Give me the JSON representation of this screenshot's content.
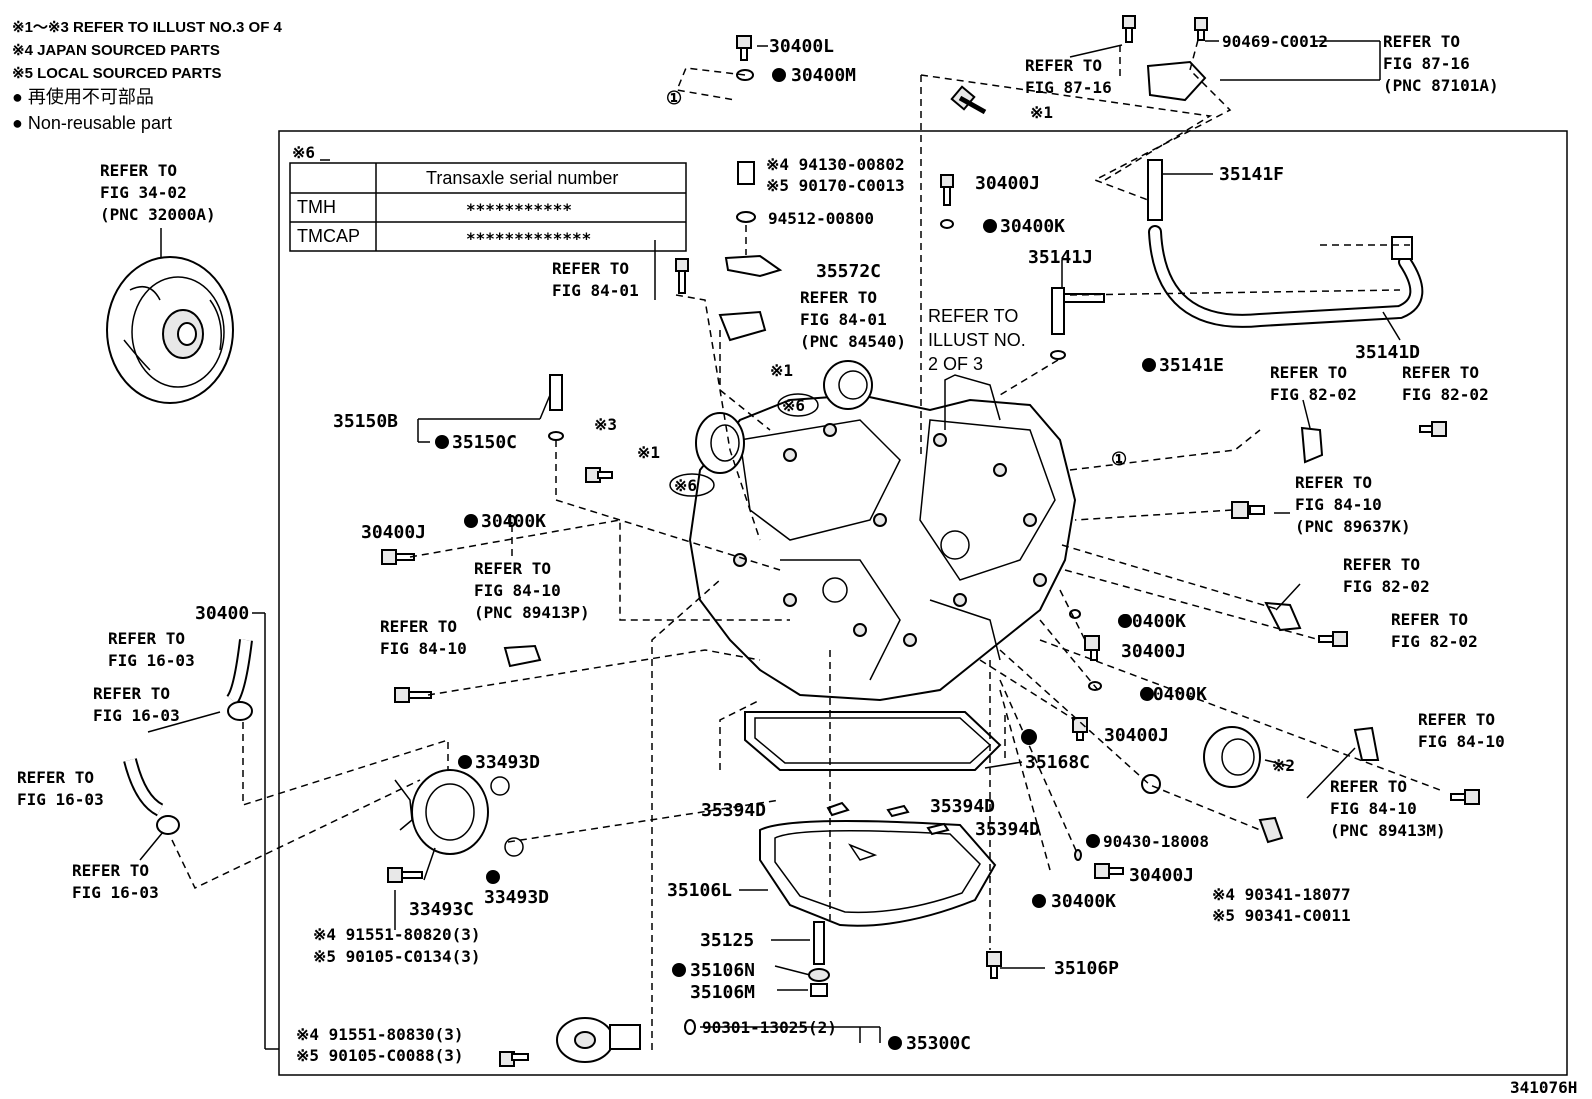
{
  "legend": {
    "line1": "※1〜※3 REFER TO ILLUST NO.3 OF 4",
    "line2": "※4  JAPAN SOURCED PARTS",
    "line3": "※5  LOCAL SOURCED PARTS",
    "line4": "● 再使用不可部品",
    "line5": "● Non-reusable part"
  },
  "serial_table": {
    "mark": "※6",
    "header": "Transaxle serial number",
    "rows": [
      {
        "name": "TMH",
        "value": "***********"
      },
      {
        "name": "TMCAP",
        "value": "*************"
      }
    ]
  },
  "illustration_id": "341076H",
  "circle_marks": {
    "one_a": "①",
    "one_b": "①",
    "six_a": "※6",
    "six_b": "※6",
    "one_x": "※1",
    "one_y": "※1",
    "one_z": "※1",
    "two": "※2",
    "three": "※3"
  },
  "parts": {
    "p30400L": "30400L",
    "p30400M": "30400M",
    "p30400J_a": "30400J",
    "p30400K_a": "30400K",
    "p35141F": "35141F",
    "p35141J": "35141J",
    "p35141E": "35141E",
    "p35141D": "35141D",
    "p90469": "90469-C0012",
    "p94130": "※4 94130-00802",
    "p90170": "※5 90170-C0013",
    "p94512": "94512-00800",
    "p35572C": "35572C",
    "p35150B": "35150B",
    "p35150C": "35150C",
    "p30400J_b": "30400J",
    "p30400K_b": "30400K",
    "p30400": "30400",
    "p30400K_c": "30400K",
    "p30400J_c": "30400J",
    "p30400K_d": "30400K",
    "p30400J_d": "30400J",
    "p35168C": "35168C",
    "p33493D_a": "33493D",
    "p33493D_b": "33493D",
    "p33493C": "33493C",
    "p91551_a": "※4 91551-80820(3)",
    "p90105_a": "※5 90105-C0134(3)",
    "p35394D_a": "35394D",
    "p35394D_b": "35394D",
    "p35394D_c": "35394D",
    "p90430": "90430-18008",
    "p30400J_e": "30400J",
    "p30400K_e": "30400K",
    "p90341_a": "※4 90341-18077",
    "p90341_b": "※5 90341-C0011",
    "p35106L": "35106L",
    "p35125": "35125",
    "p35106N": "35106N",
    "p35106M": "35106M",
    "p35106P": "35106P",
    "p91551_b": "※4 91551-80830(3)",
    "p90105_b": "※5 90105-C0088(3)",
    "p90301": "90301-13025(2)",
    "p35300C": "35300C"
  },
  "refs": {
    "r1": [
      "REFER TO",
      "FIG 34-02",
      "(PNC 32000A)"
    ],
    "r2": [
      "REFER TO",
      "FIG 87-16"
    ],
    "r3": [
      "REFER TO",
      "FIG 87-16",
      "(PNC 87101A)"
    ],
    "r4": [
      "REFER TO",
      "FIG 84-01"
    ],
    "r5": [
      "REFER TO",
      "FIG 84-01",
      "(PNC 84540)"
    ],
    "r6": [
      "REFER TO",
      "ILLUST NO.",
      "2 OF 3"
    ],
    "r7": [
      "REFER TO",
      "FIG 82-02"
    ],
    "r8": [
      "REFER TO",
      "FIG 82-02"
    ],
    "r9": [
      "REFER TO",
      "FIG 84-10",
      "(PNC 89637K)"
    ],
    "r10": [
      "REFER TO",
      "FIG 84-10",
      "(PNC 89413P)"
    ],
    "r11": [
      "REFER TO",
      "FIG 84-10"
    ],
    "r12": [
      "REFER TO",
      "FIG 82-02"
    ],
    "r13": [
      "REFER TO",
      "FIG 82-02"
    ],
    "r14": [
      "REFER TO",
      "FIG 16-03"
    ],
    "r15": [
      "REFER TO",
      "FIG 16-03"
    ],
    "r16": [
      "REFER TO",
      "FIG 16-03"
    ],
    "r17": [
      "REFER TO",
      "FIG 16-03"
    ],
    "r18": [
      "REFER TO",
      "FIG 84-10"
    ],
    "r19": [
      "REFER TO",
      "FIG 84-10",
      "(PNC 89413M)"
    ]
  }
}
